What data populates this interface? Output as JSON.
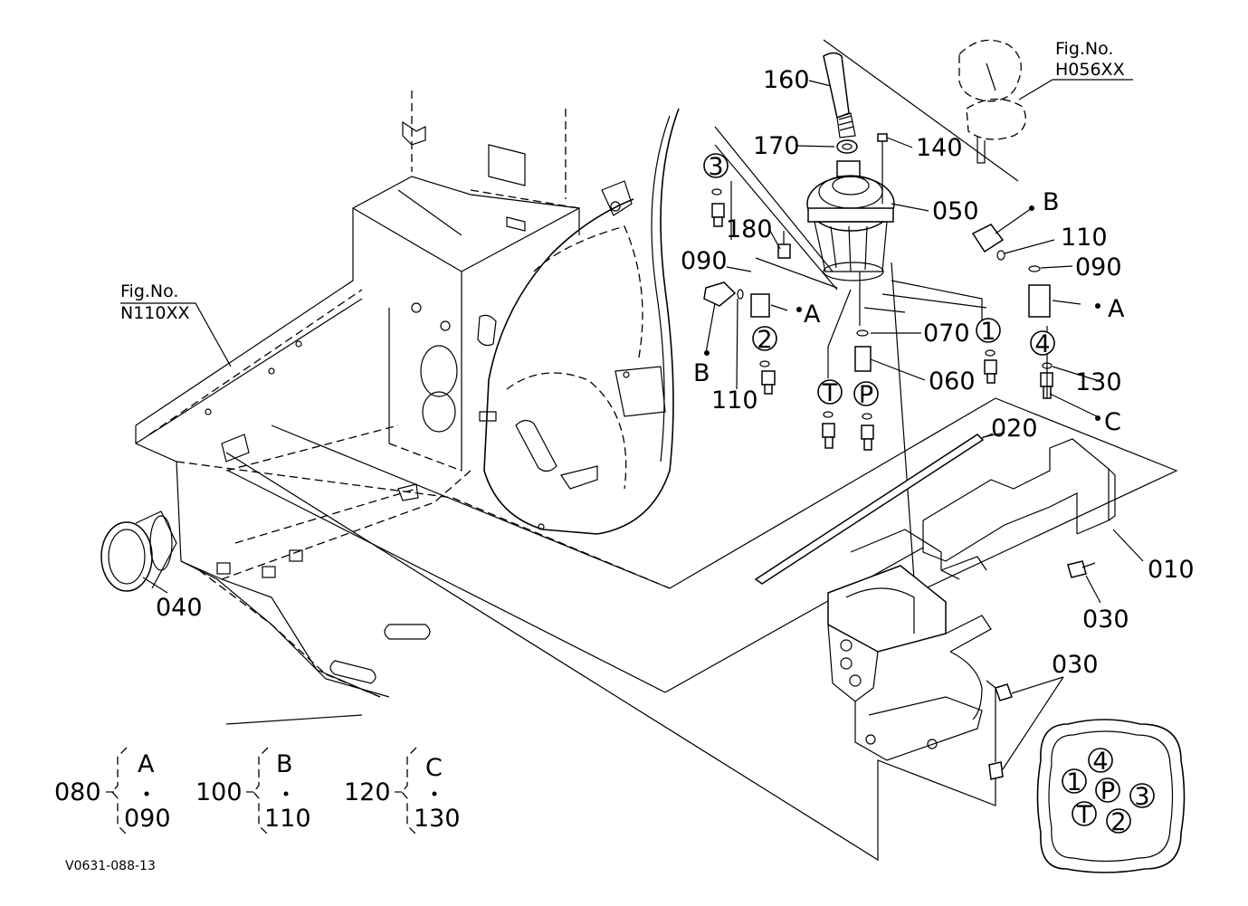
{
  "figure": {
    "code": "V0631-088-13",
    "ref_left": {
      "line1": "Fig.No.",
      "line2": "N110XX"
    },
    "ref_right": {
      "line1": "Fig.No.",
      "line2": "H056XX"
    }
  },
  "parts": {
    "p010": "010",
    "p020": "020",
    "p030a": "030",
    "p030b": "030",
    "p040": "040",
    "p050": "050",
    "p060": "060",
    "p070": "070",
    "p090a": "090",
    "p090b": "090",
    "p110a": "110",
    "p110b": "110",
    "p130": "130",
    "p140": "140",
    "p160": "160",
    "p170": "170",
    "p180": "180"
  },
  "ports": {
    "p1": "1",
    "p2": "2",
    "p3": "3",
    "p4": "4",
    "pT": "T",
    "pP": "P",
    "letterA1": "A",
    "letterA2": "A",
    "letterB1": "B",
    "letterB2": "B",
    "letterC": "C"
  },
  "kits": [
    {
      "number": "080",
      "letter": "A",
      "part": "090"
    },
    {
      "number": "100",
      "letter": "B",
      "part": "110"
    },
    {
      "number": "120",
      "letter": "C",
      "part": "130"
    }
  ],
  "port_diagram": {
    "p4": "4",
    "p1": "1",
    "pP": "P",
    "p3": "3",
    "pT": "T",
    "p2": "2"
  }
}
